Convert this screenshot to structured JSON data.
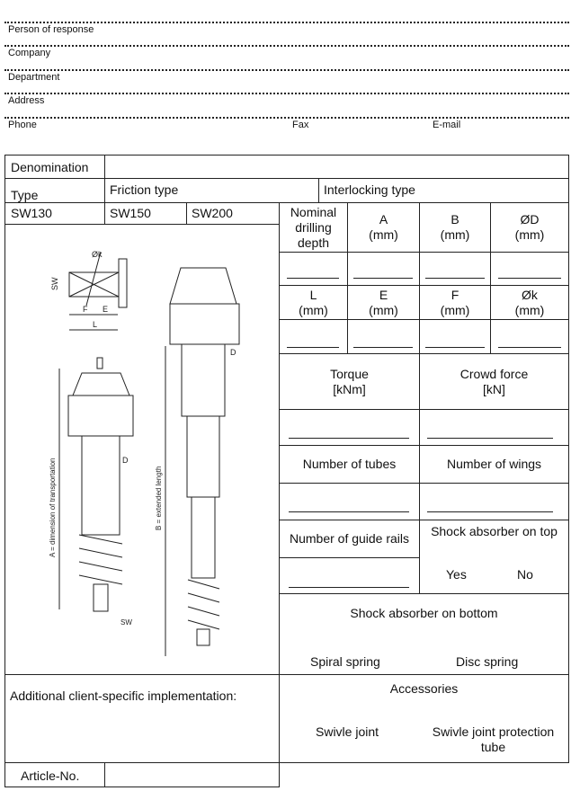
{
  "contact": {
    "person": "Person of response",
    "company": "Company",
    "department": "Department",
    "address": "Address",
    "phone": "Phone",
    "fax": "Fax",
    "email": "E-mail"
  },
  "form": {
    "denomination": "Denomination",
    "type": "Type",
    "friction_type": "Friction type",
    "interlocking_type": "Interlocking type",
    "sw130": "SW130",
    "sw150": "SW150",
    "sw200": "SW200",
    "nominal_depth": "Nominal drilling depth",
    "a": "A",
    "b": "B",
    "d": "ØD",
    "mm": "(mm)",
    "l": "L",
    "e": "E",
    "f": "F",
    "k": "Øk",
    "torque": "Torque",
    "torque_unit": "[kNm]",
    "crowd": "Crowd force",
    "crowd_unit": "[kN]",
    "tubes": "Number of tubes",
    "wings": "Number of wings",
    "guide_rails": "Number of guide rails",
    "shock_top": "Shock absorber on top",
    "yes": "Yes",
    "no": "No",
    "shock_bottom": "Shock absorber on bottom",
    "spiral": "Spiral spring",
    "disc": "Disc spring",
    "additional": "Additional client-specific implementation:",
    "accessories": "Accessories",
    "swivel": "Swivle joint",
    "swivel_tube": "Swivle joint protection tube",
    "article": "Article-No."
  },
  "drawing": {
    "sw": "SW",
    "f": "F",
    "e": "E",
    "l": "L",
    "k": "Øk",
    "d": "D",
    "a_label": "A = dimension of transportation",
    "b_label": "B = extended length"
  }
}
